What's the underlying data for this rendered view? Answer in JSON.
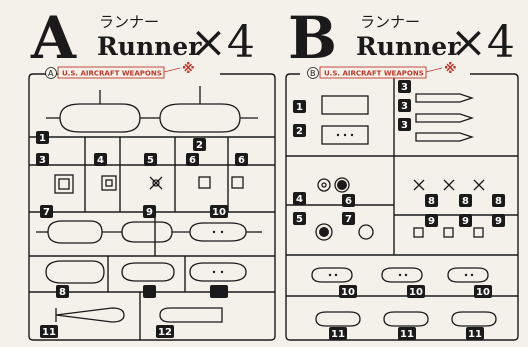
{
  "runner_a": {
    "letter": "A",
    "kana": "ランナー",
    "runner_word": "Runner",
    "count": "×4",
    "circle_letter": "A",
    "label": "U.S. AIRCRAFT WEAPONS",
    "mark": "※",
    "part_numbers": [
      "1",
      "2",
      "3",
      "4",
      "5",
      "6",
      "6",
      "7",
      "8",
      "9",
      "10",
      "11",
      "12"
    ]
  },
  "runner_b": {
    "letter": "B",
    "kana": "ランナー",
    "runner_word": "Runner",
    "count": "×4",
    "circle_letter": "B",
    "label": "U.S. AIRCRAFT WEAPONS",
    "mark": "※",
    "part_numbers": [
      "1",
      "2",
      "3",
      "3",
      "3",
      "4",
      "6",
      "5",
      "7",
      "8",
      "8",
      "8",
      "9",
      "9",
      "9",
      "10",
      "10",
      "10",
      "11",
      "11",
      "11"
    ]
  },
  "colors": {
    "accent": "#c0392b",
    "line": "#1a1a1a",
    "background": "#f4f1ea"
  }
}
